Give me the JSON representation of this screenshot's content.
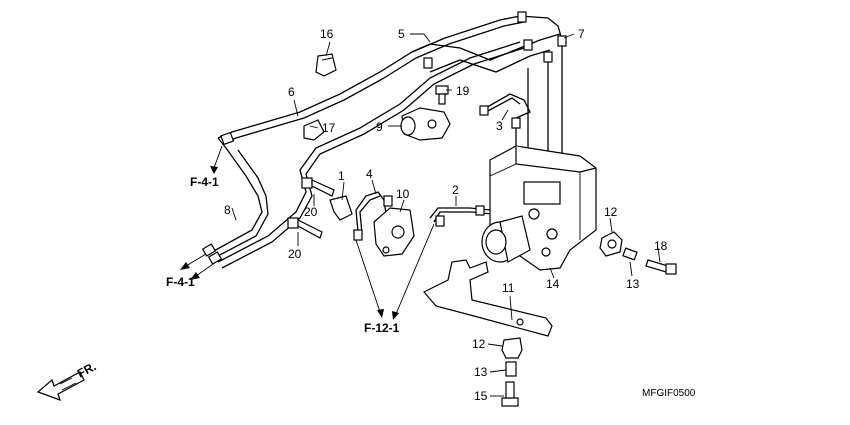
{
  "callouts": {
    "n1": "1",
    "n2": "2",
    "n3": "3",
    "n4": "4",
    "n5": "5",
    "n6": "6",
    "n7": "7",
    "n8": "8",
    "n9": "9",
    "n10": "10",
    "n11": "11",
    "n12a": "12",
    "n12b": "12",
    "n13a": "13",
    "n13b": "13",
    "n14": "14",
    "n15": "15",
    "n16": "16",
    "n17": "17",
    "n18": "18",
    "n19": "19",
    "n20a": "20",
    "n20b": "20"
  },
  "references": {
    "f41_top": "F-4-1",
    "f41_bottom": "F-4-1",
    "f121": "F-12-1"
  },
  "direction_label": "FR.",
  "figure_code": "MFGIF0500"
}
